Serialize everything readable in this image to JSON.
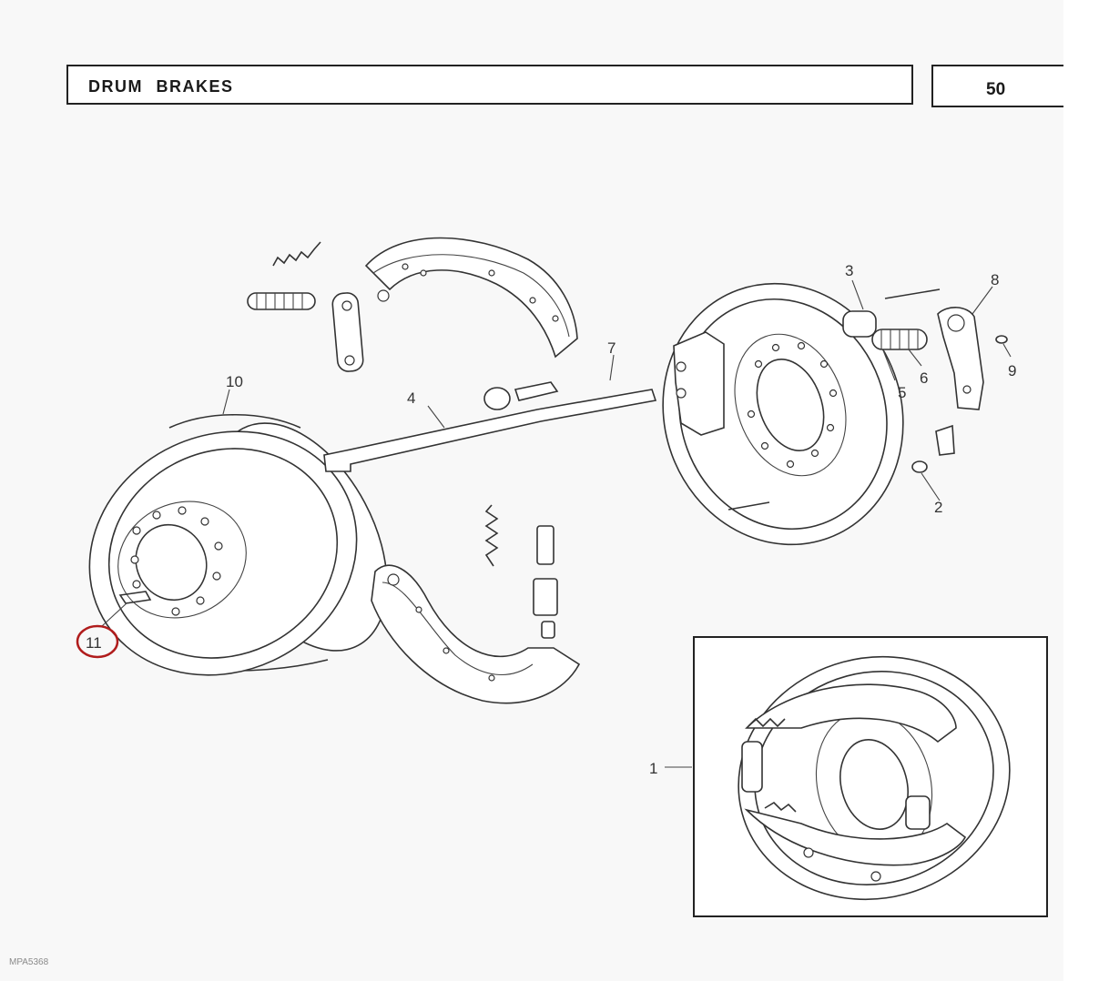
{
  "header": {
    "title": "DRUM  BRAKES",
    "page_number": "50"
  },
  "callouts": {
    "c1": "1",
    "c2": "2",
    "c3": "3",
    "c4": "4",
    "c5": "5",
    "c6": "6",
    "c7": "7",
    "c8": "8",
    "c9": "9",
    "c10": "10",
    "c11": "11"
  },
  "highlight": {
    "callout": "11",
    "color": "#b01c1c"
  },
  "footer": {
    "code": "MPA5368"
  }
}
